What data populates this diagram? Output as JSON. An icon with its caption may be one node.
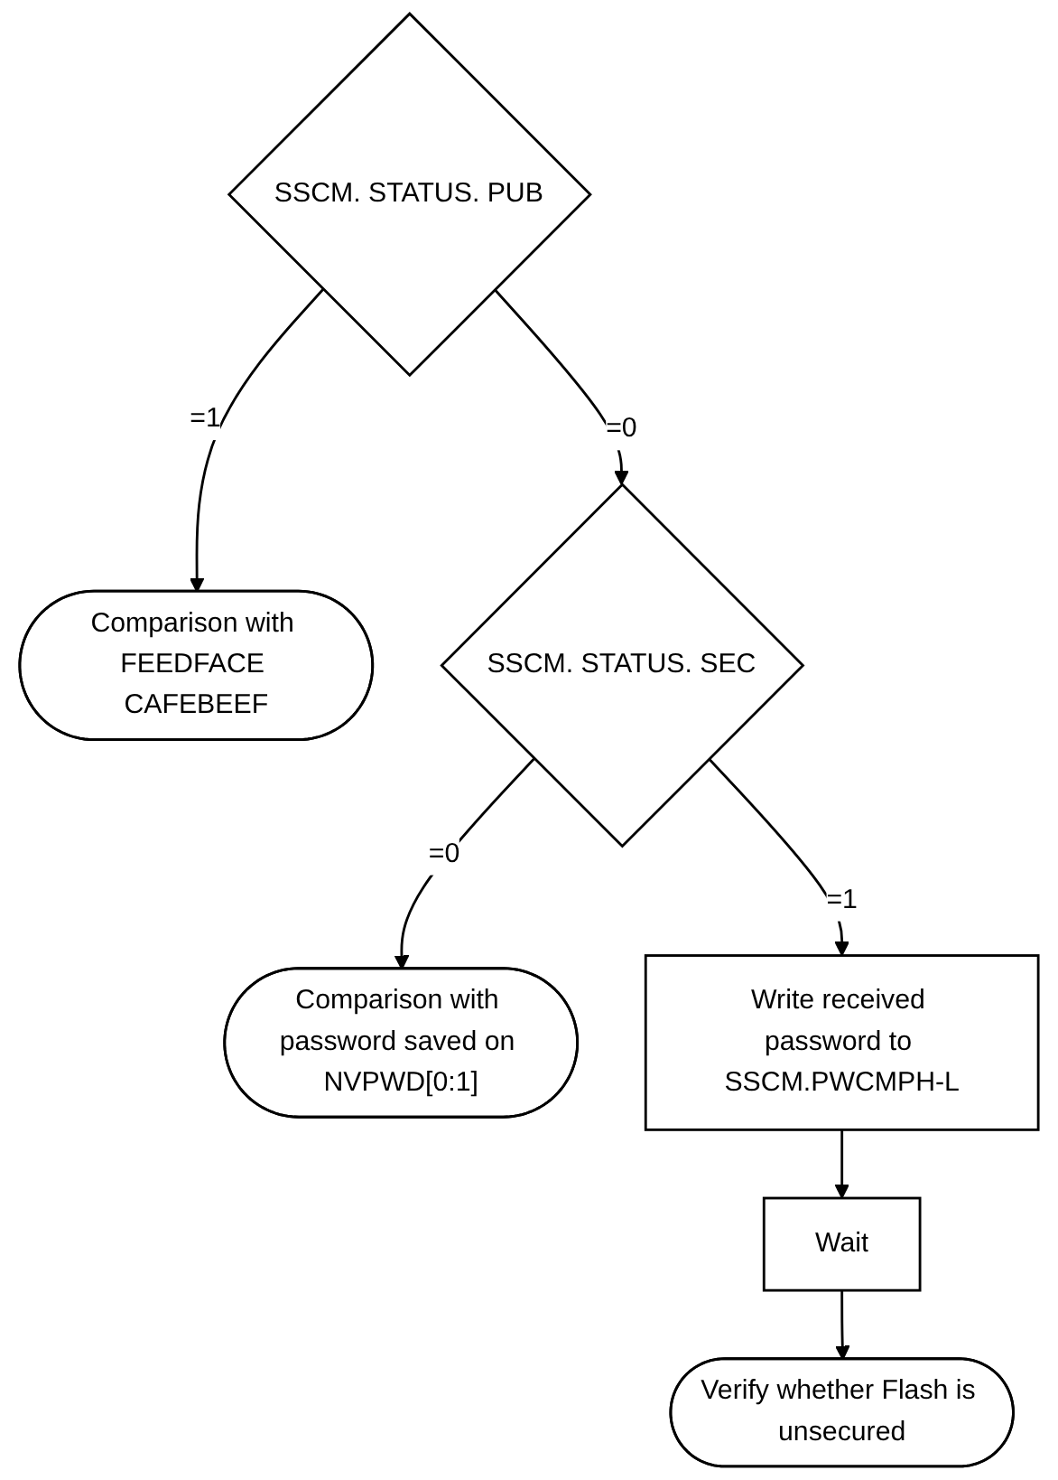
{
  "diagram": {
    "nodes": [
      {
        "text": [
          "SSCM. STATUS. PUB"
        ]
      },
      {
        "text": [
          "Comparison with FEEDFACE CAFEBEEF"
        ]
      },
      {
        "text": [
          "SSCM. STATUS. SEC"
        ]
      },
      {
        "text": [
          "Comparison with password saved on NVPWD[0:1]"
        ]
      },
      {
        "text": [
          "Write received password to SSCM.PWCMPH-L"
        ]
      },
      {
        "text": [
          "Wait"
        ]
      },
      {
        "text": [
          "Verify whether Flash is unsecured"
        ]
      }
    ],
    "edges": [
      {
        "from": 0,
        "to": 1,
        "arrow": "to",
        "label": "=1"
      },
      {
        "from": 0,
        "to": 2,
        "arrow": "to",
        "label": "=0"
      },
      {
        "from": 2,
        "to": 3,
        "arrow": "to",
        "label": "=0"
      },
      {
        "from": 2,
        "to": 4,
        "arrow": "to",
        "label": "=1"
      },
      {
        "from": 4,
        "to": 5,
        "arrow": "to"
      },
      {
        "from": 5,
        "to": 6,
        "arrow": "to"
      }
    ]
  }
}
